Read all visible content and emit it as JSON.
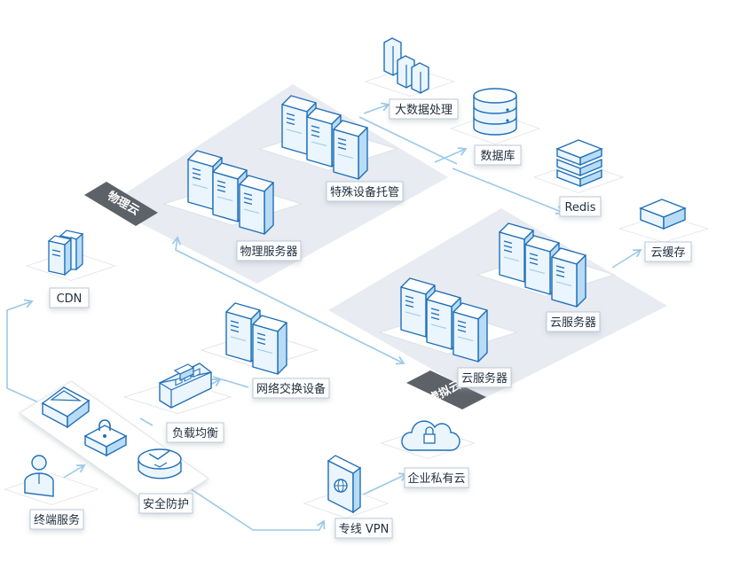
{
  "zones": {
    "physical": "物理云",
    "virtual": "虚拟云"
  },
  "labels": {
    "bigdata": "大数据处理",
    "database": "数据库",
    "redis": "Redis",
    "cache": "云缓存",
    "special": "特殊设备托管",
    "physical_server": "物理服务器",
    "cloud_server_1": "云服务器",
    "cloud_server_2": "云服务器",
    "cdn": "CDN",
    "network": "网络交换设备",
    "lb": "负载均衡",
    "security": "安全防护",
    "terminal": "终端服务",
    "vpn": "专线 VPN",
    "private_cloud": "企业私有云"
  },
  "colors": {
    "line": "#9cc9e8",
    "icon_stroke": "#1f6fb8",
    "icon_fill": "#e3f1fb",
    "label_border": "#b9c9d8",
    "zone_bg": "#e9ebf2",
    "band": "#5d6168"
  }
}
